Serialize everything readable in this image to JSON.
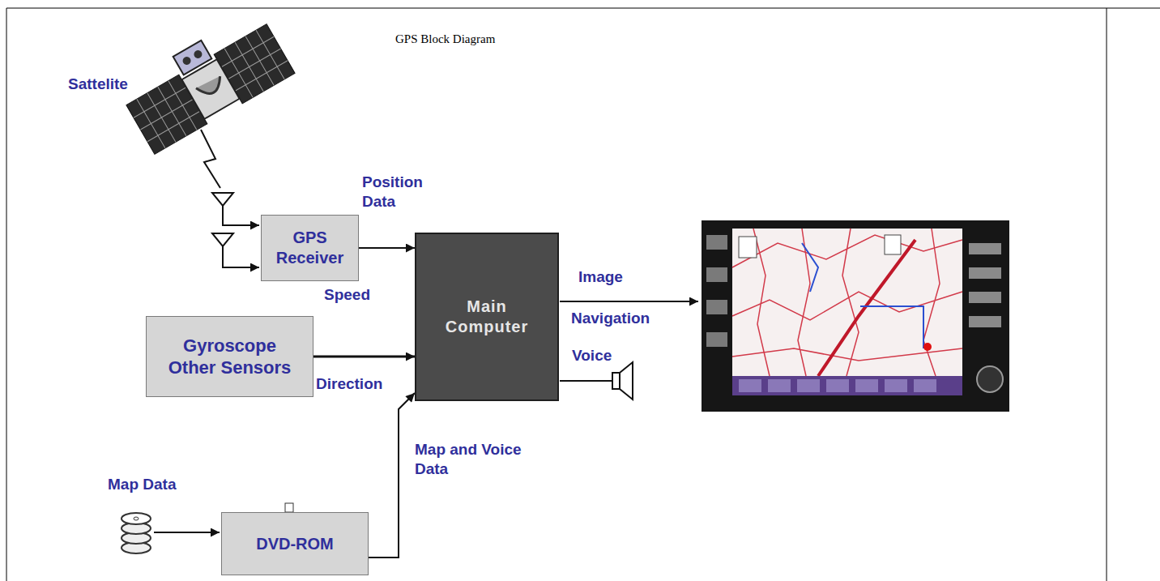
{
  "diagram": {
    "title": "GPS Block Diagram",
    "nodes": [
      {
        "text": [
          "GPS Receiver"
        ]
      },
      {
        "text": [
          "Main Computer"
        ]
      },
      {
        "text": [
          "Gyroscope Other Sensors"
        ]
      },
      {
        "text": [
          "DVD-ROM"
        ]
      }
    ],
    "edges": [
      {
        "from": 0,
        "to": 1,
        "arrow": "to",
        "label": "Position Data"
      },
      {
        "from": 2,
        "to": 1,
        "arrow": "to",
        "label": "Speed"
      },
      {
        "from": 3,
        "to": 1,
        "arrow": "to",
        "label": "Map and Voice Data"
      }
    ],
    "labels": [
      "Sattelite",
      "Direction",
      "Image",
      "Navigation",
      "Voice",
      "Map Data"
    ]
  }
}
